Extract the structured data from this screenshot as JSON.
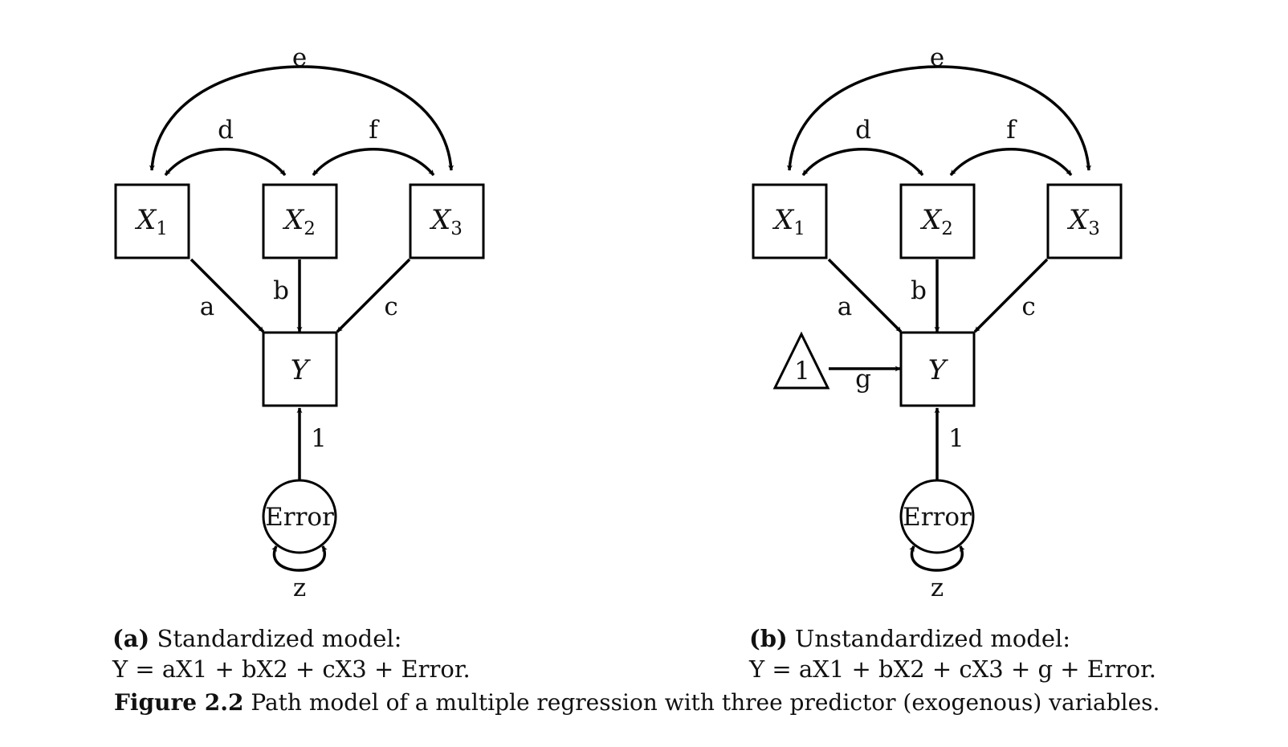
{
  "panel_a": {
    "edge_labels": {
      "e": "e",
      "d": "d",
      "f": "f",
      "a": "a",
      "b": "b",
      "c": "c",
      "one": "1",
      "z": "z"
    },
    "nodes": {
      "x1": {
        "var": "X",
        "sub": "1"
      },
      "x2": {
        "var": "X",
        "sub": "2"
      },
      "x3": {
        "var": "X",
        "sub": "3"
      },
      "y": {
        "var": "Y"
      },
      "error": "Error"
    },
    "caption_tag": "(a)",
    "caption_text": "Standardized model:",
    "caption_eq": "Y = aX1 + bX2 + cX3 + Error."
  },
  "panel_b": {
    "edge_labels": {
      "e": "e",
      "d": "d",
      "f": "f",
      "a": "a",
      "b": "b",
      "c": "c",
      "g": "g",
      "one": "1",
      "z": "z"
    },
    "nodes": {
      "x1": {
        "var": "X",
        "sub": "1"
      },
      "x2": {
        "var": "X",
        "sub": "2"
      },
      "x3": {
        "var": "X",
        "sub": "3"
      },
      "y": {
        "var": "Y"
      },
      "error": "Error",
      "constant": "1"
    },
    "caption_tag": "(b)",
    "caption_text": "Unstandardized model:",
    "caption_eq": "Y = aX1 + bX2 + cX3 + g + Error."
  },
  "figure": {
    "label": "Figure 2.2",
    "text": "Path model of a multiple regression with three predictor (exogenous) variables."
  }
}
